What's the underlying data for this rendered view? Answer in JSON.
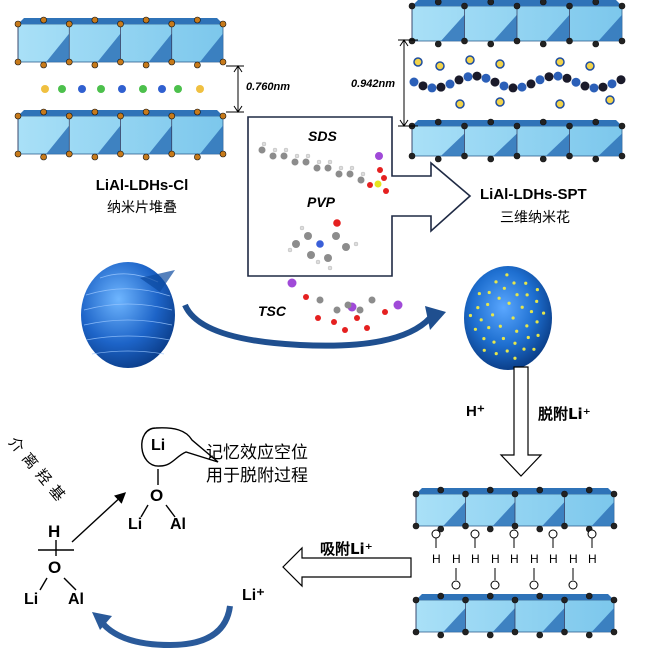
{
  "title": "LiAl-LDHs lithium adsorption/desorption mechanism schematic",
  "left_structure": {
    "name": "LiAl-LDHs-Cl",
    "subtitle": "纳米片堆叠",
    "interlayer_spacing": "0.760nm"
  },
  "right_structure": {
    "name": "LiAl-LDHs-SPT",
    "subtitle": "三维纳米花",
    "interlayer_spacing": "0.942nm"
  },
  "reagents_box": {
    "items": [
      {
        "label": "SDS"
      },
      {
        "label": "PVP"
      }
    ]
  },
  "transform_arrow": {
    "label": "TSC"
  },
  "desorption_arrow": {
    "left_label": "H⁺",
    "right_label": "脱附Li⁺"
  },
  "adsorption_arrow": {
    "label": "吸附Li⁺"
  },
  "mechanism": {
    "dissociation_label": "介离羟基",
    "vacancy_note_line1": "记忆效应空位",
    "vacancy_note_line2": "用于脱附过程",
    "li_ion": "Li⁺",
    "atoms": {
      "H": "H",
      "O": "O",
      "Li": "Li",
      "Al": "Al"
    }
  },
  "colors": {
    "layer_light": "#8fd3f4",
    "layer_dark": "#2f73b8",
    "box_border": "#1f2a44",
    "curve_arrow": "#2a5a9a",
    "flower_blue": "#1e6fd0"
  }
}
